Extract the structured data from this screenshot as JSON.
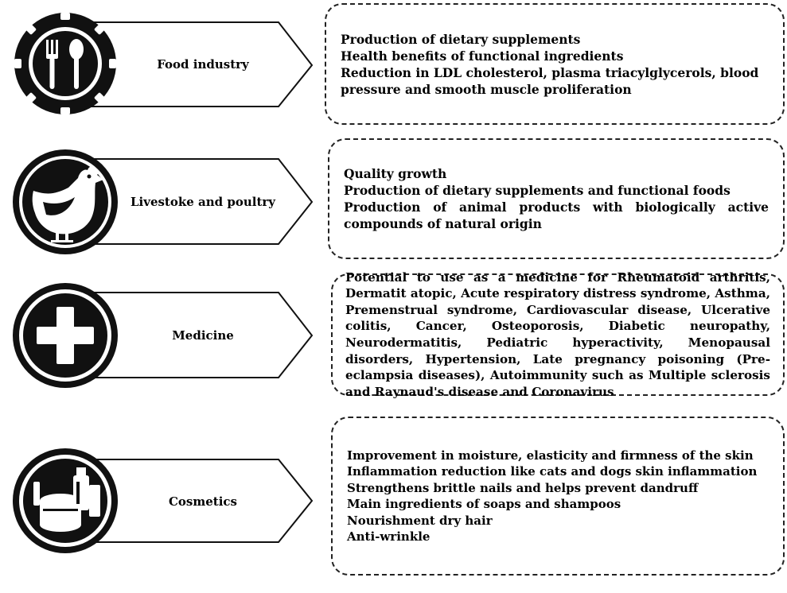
{
  "rows": [
    {
      "label": "Food industry",
      "icon": "fork-spoon-icon",
      "items": [
        "Production of dietary supplements",
        "Health benefits of functional ingredients",
        "Reduction in LDL cholesterol, plasma triacylglycerols, blood pressure and smooth muscle proliferation"
      ]
    },
    {
      "label": "Livestoke and poultry",
      "icon": "chicken-icon",
      "items": [
        "Quality growth",
        "Production of dietary supplements and functional foods",
        "Production of animal products with biologically active compounds of natural origin"
      ]
    },
    {
      "label": "Medicine",
      "icon": "medical-cross-icon",
      "items": [
        "Potential to use as a medicine for Rheumatoid arthritis, Dermatit atopic, Acute respiratory distress syndrome, Asthma, Premenstrual syndrome, Cardiovascular disease, Ulcerative colitis, Cancer, Osteoporosis, Diabetic neuropathy, Neurodermatitis, Pediatric hyperactivity, Menopausal disorders, Hypertension, Late pregnancy poisoning (Pre-eclampsia diseases), Autoimmunity such as Multiple sclerosis and Raynaud's disease and Coronavirus"
      ]
    },
    {
      "label": "Cosmetics",
      "icon": "cosmetics-jars-icon",
      "items": [
        "Improvement in moisture, elasticity and firmness of the skin",
        "Inflammation reduction like cats and dogs skin inflammation",
        "Strengthens brittle nails and helps prevent dandruff",
        "Main ingredients of soaps and shampoos",
        "Nourishment dry hair",
        "Anti-wrinkle"
      ]
    }
  ]
}
